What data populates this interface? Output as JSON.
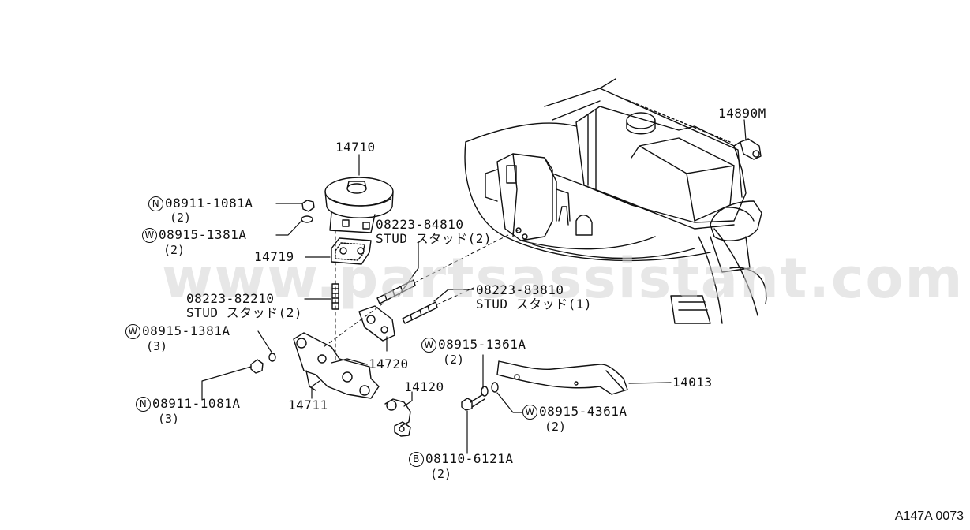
{
  "watermark": "www.partsassistant.com",
  "ref_code": "A147A 0073",
  "callouts": {
    "p14710": "14710",
    "p14890m": "14890M",
    "n08911_top": {
      "circle": "N",
      "part": "08911-1081A",
      "qty": "(2)"
    },
    "w08915_top": {
      "circle": "W",
      "part": "08915-1381A",
      "qty": "(2)"
    },
    "p14719": "14719",
    "stud84810": {
      "part": "08223-84810",
      "desc": "STUD スタッド(2)"
    },
    "stud83810": {
      "part": "08223-83810",
      "desc": "STUD スタッド(1)"
    },
    "stud82210": {
      "part": "08223-82210",
      "desc": "STUD スタッド(2)"
    },
    "w08915_mid": {
      "circle": "W",
      "part": "08915-1381A",
      "qty": "(3)"
    },
    "w08915_1361": {
      "circle": "W",
      "part": "08915-1361A",
      "qty": "(2)"
    },
    "p14720": "14720",
    "p14013": "14013",
    "p14120": "14120",
    "n08911_bot": {
      "circle": "N",
      "part": "08911-1081A",
      "qty": "(3)"
    },
    "p14711": "14711",
    "w08915_4361": {
      "circle": "W",
      "part": "08915-4361A",
      "qty": "(2)"
    },
    "b08110": {
      "circle": "B",
      "part": "08110-6121A",
      "qty": "(2)"
    }
  }
}
